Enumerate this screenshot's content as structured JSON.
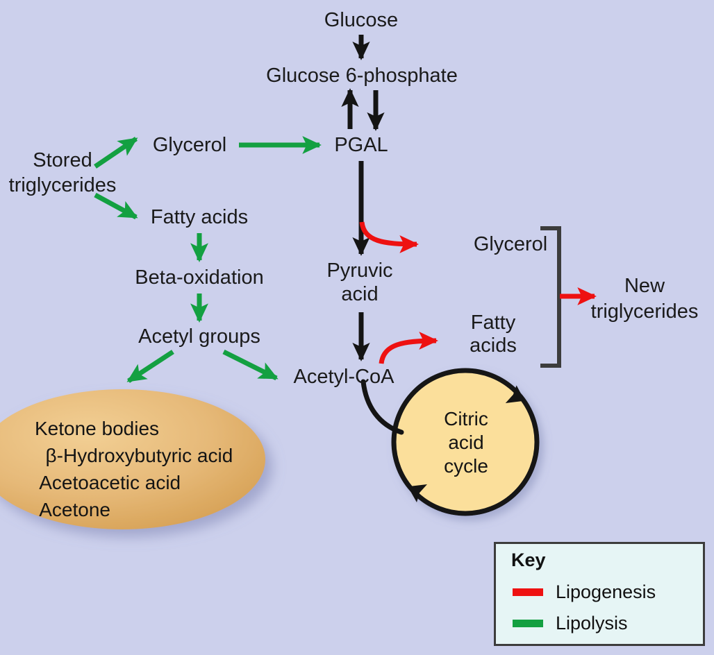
{
  "figure": {
    "type": "metabolic-pathway-diagram",
    "background_color": "#ccd0ec"
  },
  "colors": {
    "lipogenesis": "#ee1111",
    "lipolysis": "#13a041",
    "default_arrow": "#141414",
    "ellipse_fill": "#e3b269",
    "cycle_fill": "#fbdf9b",
    "key_background": "#e6f5f5",
    "key_border": "#3c3c3c",
    "text": "#141414"
  },
  "nodes": {
    "glucose": "Glucose",
    "glucose_6_phosphate": "Glucose 6-phosphate",
    "pgal": "PGAL",
    "stored_triglycerides_line1": "Stored",
    "stored_triglycerides_line2": "triglycerides",
    "glycerol_left": "Glycerol",
    "fatty_acids_left": "Fatty acids",
    "beta_oxidation": "Beta-oxidation",
    "acetyl_groups": "Acetyl groups",
    "pyruvic_acid_line1": "Pyruvic",
    "pyruvic_acid_line2": "acid",
    "acetyl_coa": "Acetyl-CoA",
    "glycerol_right": "Glycerol",
    "fatty_acids_right_line1": "Fatty",
    "fatty_acids_right_line2": "acids",
    "new_triglycerides_line1": "New",
    "new_triglycerides_line2": "triglycerides"
  },
  "ketone_ellipse": {
    "lines": [
      "Ketone bodies",
      "  β-Hydroxybutyric acid",
      " Acetoacetic acid",
      " Acetone"
    ]
  },
  "citric_acid_cycle": {
    "lines": [
      "Citric",
      "acid",
      "cycle"
    ]
  },
  "key": {
    "title": "Key",
    "entries": [
      {
        "label": "Lipogenesis",
        "color": "#ee1111"
      },
      {
        "label": "Lipolysis",
        "color": "#13a041"
      }
    ]
  }
}
